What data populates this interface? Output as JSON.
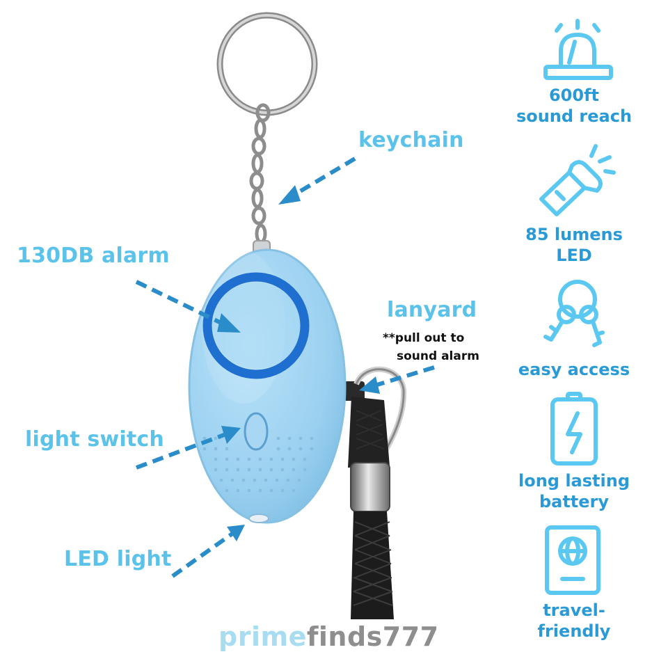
{
  "callouts": {
    "keychain": "keychain",
    "alarm": "130DB alarm",
    "lanyard": "lanyard",
    "lanyard_note_1": "**pull out to",
    "lanyard_note_2": "sound alarm",
    "light_switch": "light switch",
    "led_light": "LED light"
  },
  "features": [
    {
      "icon": "siren-icon",
      "line1": "600ft",
      "line2": "sound reach"
    },
    {
      "icon": "flashlight-icon",
      "line1": "85 lumens",
      "line2": "LED"
    },
    {
      "icon": "keys-icon",
      "line1": "easy access",
      "line2": ""
    },
    {
      "icon": "battery-icon",
      "line1": "long lasting",
      "line2": "battery"
    },
    {
      "icon": "passport-icon",
      "line1": "travel-",
      "line2": "friendly"
    }
  ],
  "brand": {
    "part1": "prime",
    "part2": "finds777"
  },
  "colors": {
    "callout_text": "#5bc3ea",
    "feature_text": "#2a9ad6",
    "arrow": "#2a8cc8",
    "icon_stroke": "#5ac8f0",
    "device_body": "#9ed3f2",
    "alarm_ring": "#1f6fd0"
  }
}
